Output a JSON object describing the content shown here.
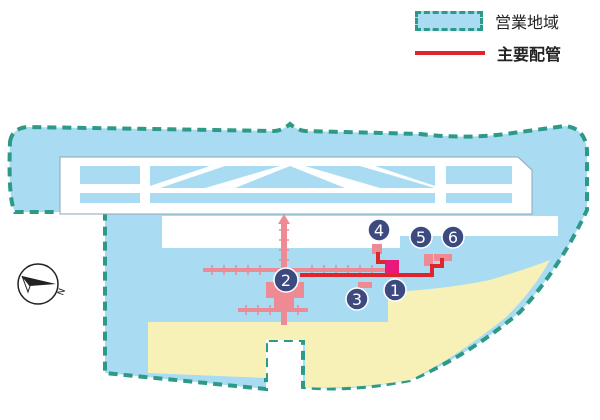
{
  "legend": {
    "business_area_label": "営業地域",
    "main_pipeline_label": "主要配管"
  },
  "colors": {
    "business_area_fill": "#a9dcf2",
    "business_area_border": "#2c9a86",
    "main_pipeline": "#e0242c",
    "secondary_pipeline": "#ee8a94",
    "sand": "#f7f1b8",
    "marker": "#3d4a80",
    "junction": "#e8197a"
  },
  "markers": [
    {
      "id": "1",
      "label": "1"
    },
    {
      "id": "2",
      "label": "2"
    },
    {
      "id": "3",
      "label": "3"
    },
    {
      "id": "4",
      "label": "4"
    },
    {
      "id": "5",
      "label": "5"
    },
    {
      "id": "6",
      "label": "6"
    }
  ],
  "compass": {
    "icon": "north-arrow-icon",
    "label": "N"
  }
}
